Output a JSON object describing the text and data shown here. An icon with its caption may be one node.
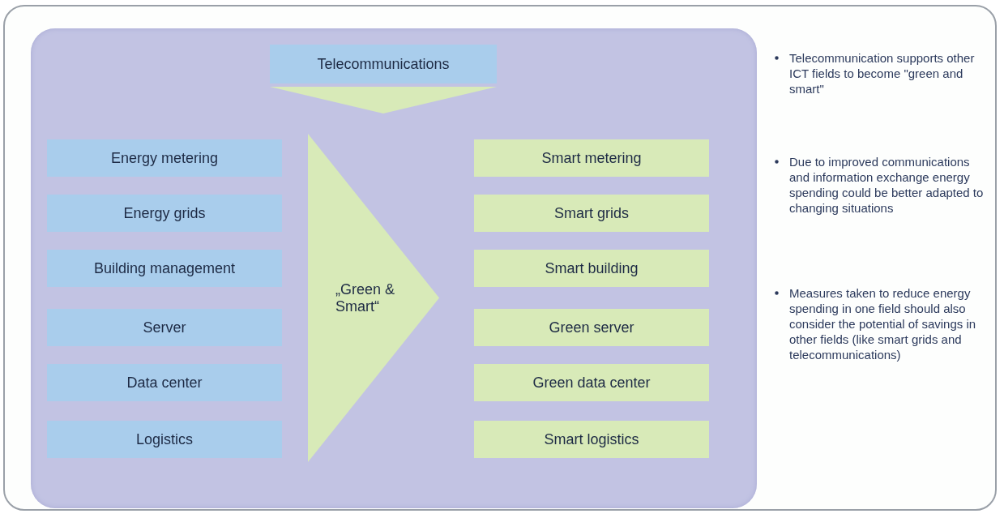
{
  "diagram": {
    "nodes": [
      {
        "text": [],
        "shape": "box"
      },
      {
        "text": [
          "Telecommunications"
        ],
        "in": 0
      },
      {
        "text": [
          "Energy metering"
        ],
        "in": 0
      },
      {
        "text": [
          "Energy grids"
        ],
        "in": 0
      },
      {
        "text": [
          "Building management"
        ],
        "in": 0
      },
      {
        "text": [
          "Server"
        ],
        "in": 0
      },
      {
        "text": [
          "Data center"
        ],
        "in": 0
      },
      {
        "text": [
          "Logistics"
        ],
        "in": 0
      },
      {
        "text": [
          "„Green & Smart“"
        ],
        "in": 0
      },
      {
        "text": [
          "Smart metering"
        ],
        "in": 0
      },
      {
        "text": [
          "Smart grids"
        ],
        "in": 0
      },
      {
        "text": [
          "Smart building"
        ],
        "in": 0
      },
      {
        "text": [
          "Green server"
        ],
        "in": 0
      },
      {
        "text": [
          "Green data center"
        ],
        "in": 0
      },
      {
        "text": [
          "Smart logistics"
        ],
        "in": 0
      }
    ],
    "edges": [
      {
        "from": 1,
        "to": 8,
        "arrow": "to"
      }
    ],
    "labels": [
      "Telecommunication supports other ICT fields to become \"green and smart\"",
      "Due to improved communications and information exchange energy spending could be better adapted to changing situations",
      "Measures taken to reduce energy spending in one field should also consider the potential of savings in other fields (like smart grids and telecommunications)"
    ]
  }
}
